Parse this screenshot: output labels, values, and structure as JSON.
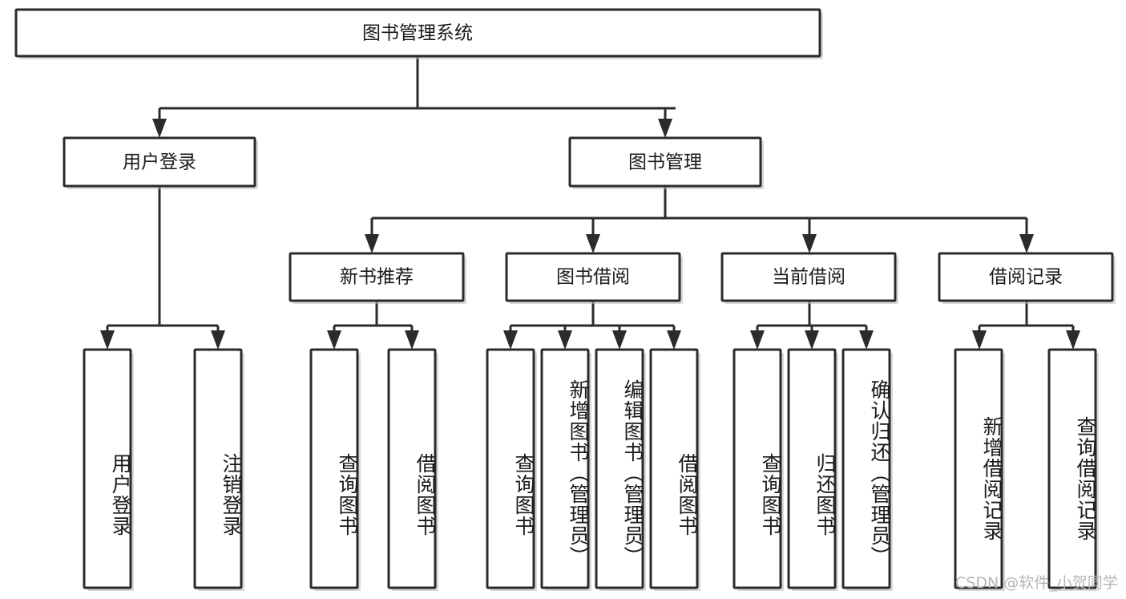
{
  "diagram": {
    "title": "图书管理系统",
    "type": "hierarchy-tree",
    "watermark": "CSDN @软件_小贺同学",
    "colors": {
      "box_stroke": "#2b2b2b",
      "box_fill": "#ffffff",
      "text": "#1a1a1a",
      "watermark": "#b6b6b6",
      "background": "#ffffff"
    },
    "levels": {
      "root": {
        "label": "图书管理系统"
      },
      "level2": [
        {
          "label": "用户登录"
        },
        {
          "label": "图书管理"
        }
      ],
      "level3": [
        {
          "label": "新书推荐"
        },
        {
          "label": "图书借阅"
        },
        {
          "label": "当前借阅"
        },
        {
          "label": "借阅记录"
        }
      ],
      "leaves": {
        "user_login": [
          {
            "label": "用户登录"
          },
          {
            "label": "注销登录"
          }
        ],
        "new_book_recommend": [
          {
            "label": "查询图书"
          },
          {
            "label": "借阅图书"
          }
        ],
        "book_borrow": [
          {
            "label": "查询图书"
          },
          {
            "label": "新增图书（管理员）"
          },
          {
            "label": "编辑图书（管理员）"
          },
          {
            "label": "借阅图书"
          }
        ],
        "current_borrow": [
          {
            "label": "查询图书"
          },
          {
            "label": "归还图书"
          },
          {
            "label": "确认归还（管理员）"
          }
        ],
        "borrow_records": [
          {
            "label": "新增借阅记录"
          },
          {
            "label": "查询借阅记录"
          }
        ]
      }
    }
  }
}
